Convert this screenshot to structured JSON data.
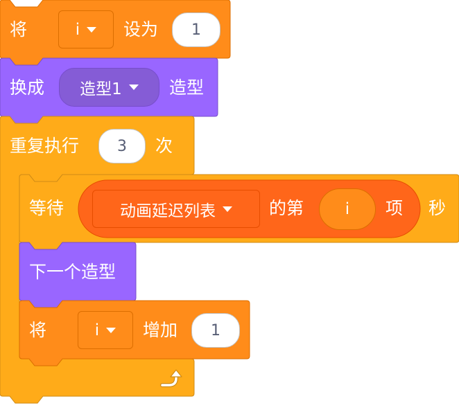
{
  "blocks": {
    "set_var": {
      "verb": "将",
      "var": "i",
      "to": "设为",
      "value": "1"
    },
    "switch_costume": {
      "verb": "换成",
      "costume": "造型1",
      "suffix": "造型"
    },
    "repeat": {
      "verb": "重复执行",
      "times": "3",
      "suffix": "次"
    },
    "wait": {
      "verb": "等待",
      "list": "动画延迟列表",
      "of": "的第",
      "index": "i",
      "item": "项",
      "unit": "秒"
    },
    "next_costume": {
      "label": "下一个造型"
    },
    "change_var": {
      "verb": "将",
      "var": "i",
      "by": "增加",
      "value": "1"
    }
  },
  "icons": {
    "repeat_arrow": "loop-arrow-icon"
  },
  "colors": {
    "variables": "#ff8c1a",
    "looks": "#9966ff",
    "control": "#ffab19",
    "list": "#ff661a",
    "operator": "#ff8c1a"
  }
}
